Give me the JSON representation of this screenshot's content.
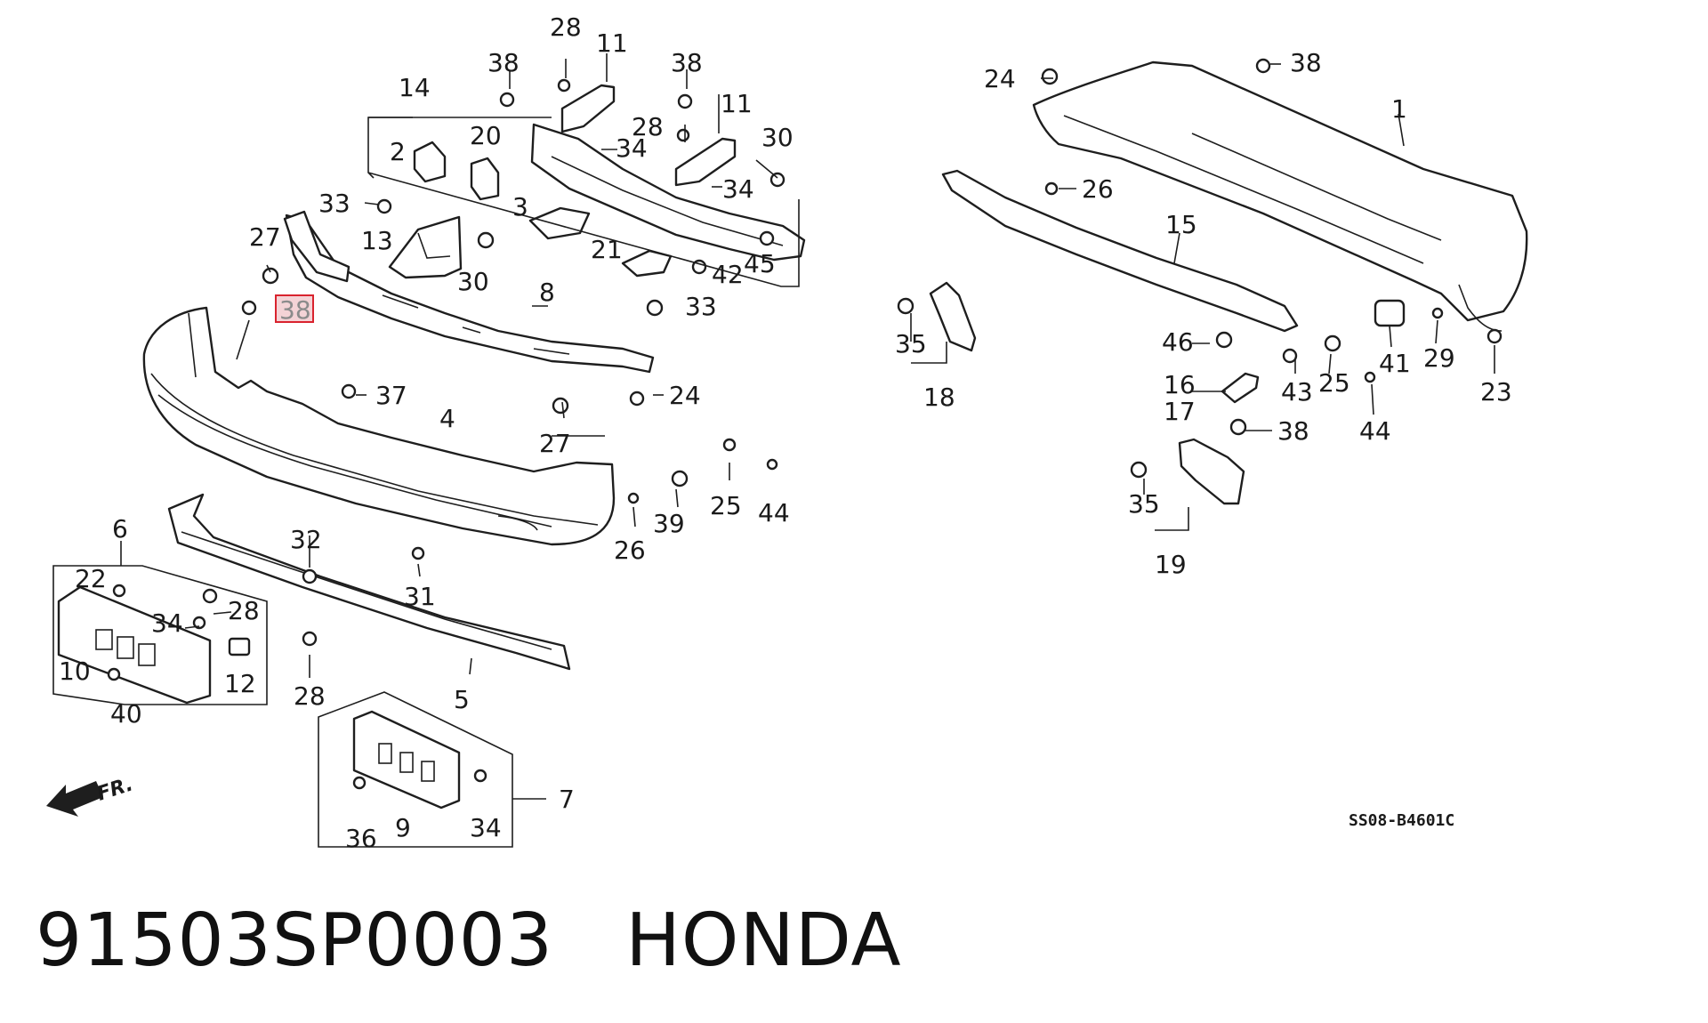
{
  "caption": {
    "part_number": "91503SP0003",
    "brand": "HONDA"
  },
  "diagram": {
    "code": "SS08-B4601C",
    "direction_label": "FR.",
    "highlighted_callout": "38",
    "highlight_color": "#d9232e",
    "callouts": [
      {
        "id": "c28a",
        "text": "28"
      },
      {
        "id": "c11a",
        "text": "11"
      },
      {
        "id": "c38a",
        "text": "38"
      },
      {
        "id": "c38b",
        "text": "38"
      },
      {
        "id": "c11b",
        "text": "11"
      },
      {
        "id": "c14",
        "text": "14"
      },
      {
        "id": "c28b",
        "text": "28"
      },
      {
        "id": "c30a",
        "text": "30"
      },
      {
        "id": "c2",
        "text": "2"
      },
      {
        "id": "c20",
        "text": "20"
      },
      {
        "id": "c34a",
        "text": "34"
      },
      {
        "id": "c34b",
        "text": "34"
      },
      {
        "id": "c33a",
        "text": "33"
      },
      {
        "id": "c3",
        "text": "3"
      },
      {
        "id": "c27a",
        "text": "27"
      },
      {
        "id": "c13",
        "text": "13"
      },
      {
        "id": "c21",
        "text": "21"
      },
      {
        "id": "c45",
        "text": "45"
      },
      {
        "id": "c30b",
        "text": "30"
      },
      {
        "id": "c42",
        "text": "42"
      },
      {
        "id": "c8",
        "text": "8"
      },
      {
        "id": "c33b",
        "text": "33"
      },
      {
        "id": "c37",
        "text": "37"
      },
      {
        "id": "c24a",
        "text": "24"
      },
      {
        "id": "c4",
        "text": "4"
      },
      {
        "id": "c27b",
        "text": "27"
      },
      {
        "id": "c25a",
        "text": "25"
      },
      {
        "id": "c39",
        "text": "39"
      },
      {
        "id": "c44a",
        "text": "44"
      },
      {
        "id": "c26a",
        "text": "26"
      },
      {
        "id": "c6",
        "text": "6"
      },
      {
        "id": "c32",
        "text": "32"
      },
      {
        "id": "c22",
        "text": "22"
      },
      {
        "id": "c31",
        "text": "31"
      },
      {
        "id": "c28c",
        "text": "28"
      },
      {
        "id": "c34c",
        "text": "34"
      },
      {
        "id": "c10",
        "text": "10"
      },
      {
        "id": "c12",
        "text": "12"
      },
      {
        "id": "c28d",
        "text": "28"
      },
      {
        "id": "c5",
        "text": "5"
      },
      {
        "id": "c40",
        "text": "40"
      },
      {
        "id": "c7",
        "text": "7"
      },
      {
        "id": "c9",
        "text": "9"
      },
      {
        "id": "c36",
        "text": "36"
      },
      {
        "id": "c34d",
        "text": "34"
      },
      {
        "id": "c24b",
        "text": "24"
      },
      {
        "id": "c38c",
        "text": "38"
      },
      {
        "id": "c1",
        "text": "1"
      },
      {
        "id": "c26b",
        "text": "26"
      },
      {
        "id": "c15",
        "text": "15"
      },
      {
        "id": "c35a",
        "text": "35"
      },
      {
        "id": "c18",
        "text": "18"
      },
      {
        "id": "c46",
        "text": "46"
      },
      {
        "id": "c16",
        "text": "16"
      },
      {
        "id": "c17",
        "text": "17"
      },
      {
        "id": "c43",
        "text": "43"
      },
      {
        "id": "c25b",
        "text": "25"
      },
      {
        "id": "c41",
        "text": "41"
      },
      {
        "id": "c29",
        "text": "29"
      },
      {
        "id": "c23",
        "text": "23"
      },
      {
        "id": "c44b",
        "text": "44"
      },
      {
        "id": "c38d",
        "text": "38"
      },
      {
        "id": "c35b",
        "text": "35"
      },
      {
        "id": "c19",
        "text": "19"
      }
    ]
  }
}
